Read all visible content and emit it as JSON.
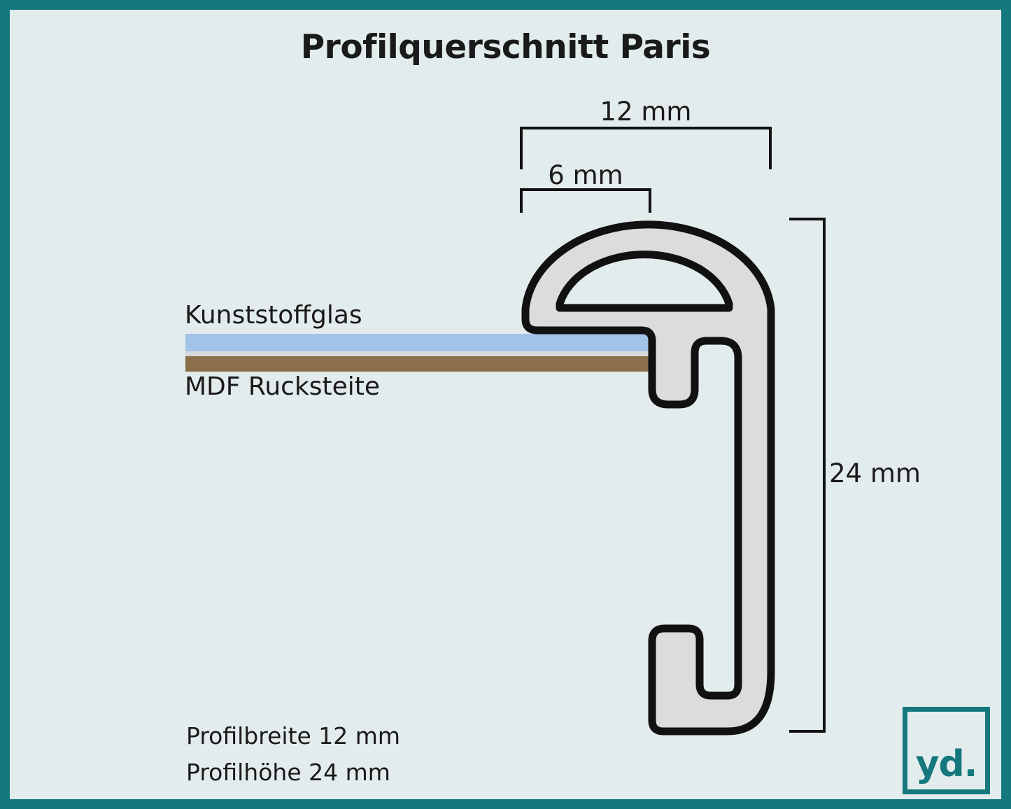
{
  "page": {
    "title": "Profilquerschnitt Paris",
    "background_color": "#e3ecec",
    "border_color": "#14787d"
  },
  "dimensions": {
    "top_width": "12  mm",
    "rabbet_width": "6  mm",
    "height": "24  mm"
  },
  "layers": {
    "glass_label": "Kunststoffglas",
    "glass_color": "#a3c2e8",
    "backing_label": "MDF Rucksteite",
    "backing_color": "#8b6f4b",
    "gap_color": "#d6dade"
  },
  "profile": {
    "fill_color": "#dddcda",
    "outline_color": "#111111"
  },
  "specs": {
    "width_text": "Profilbreite 12 mm",
    "height_text": "Profilhöhe 24 mm"
  },
  "logo": {
    "text": "yd.",
    "color": "#14787d"
  }
}
